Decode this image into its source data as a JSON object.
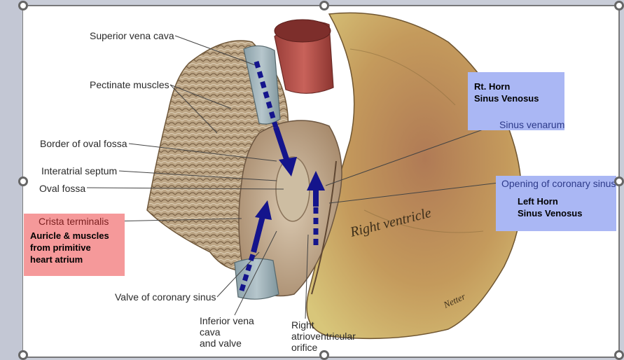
{
  "colors": {
    "slide_bg": "#c9cdd8",
    "canvas_bg": "#ffffff",
    "blue_box": "#aab7f4",
    "pink_box": "#f5999a",
    "arrow": "#14148c",
    "sinus_venarum_text": "#2d3a8a"
  },
  "labels": {
    "superior_vena_cava": "Superior vena cava",
    "pectinate_muscles": "Pectinate muscles",
    "border_oval_fossa": "Border of oval fossa",
    "interatrial_septum": "Interatrial septum",
    "oval_fossa": "Oval fossa",
    "crista_terminalis": "Crista terminalis",
    "valve_coronary_sinus": "Valve of coronary sinus",
    "ivc_line1": "Inferior vena",
    "ivc_line2": "cava",
    "ivc_line3": "and valve",
    "rav_line1": "Right",
    "rav_line2": "atrioventricular",
    "rav_line3": "orifice",
    "sinus_venarum": "Sinus venarum",
    "opening_coronary_sinus": "Opening of coronary sinus",
    "right_ventricle": "Right ventricle",
    "signature": "Netter"
  },
  "boxes": {
    "rt_horn_line1": "Rt. Horn",
    "rt_horn_line2": "Sinus Venosus",
    "left_horn_line1": "Left Horn",
    "left_horn_line2": "Sinus Venosus",
    "auricle_line1": "Auricle & muscles",
    "auricle_line2": "from primitive",
    "auricle_line3": "heart atrium"
  }
}
